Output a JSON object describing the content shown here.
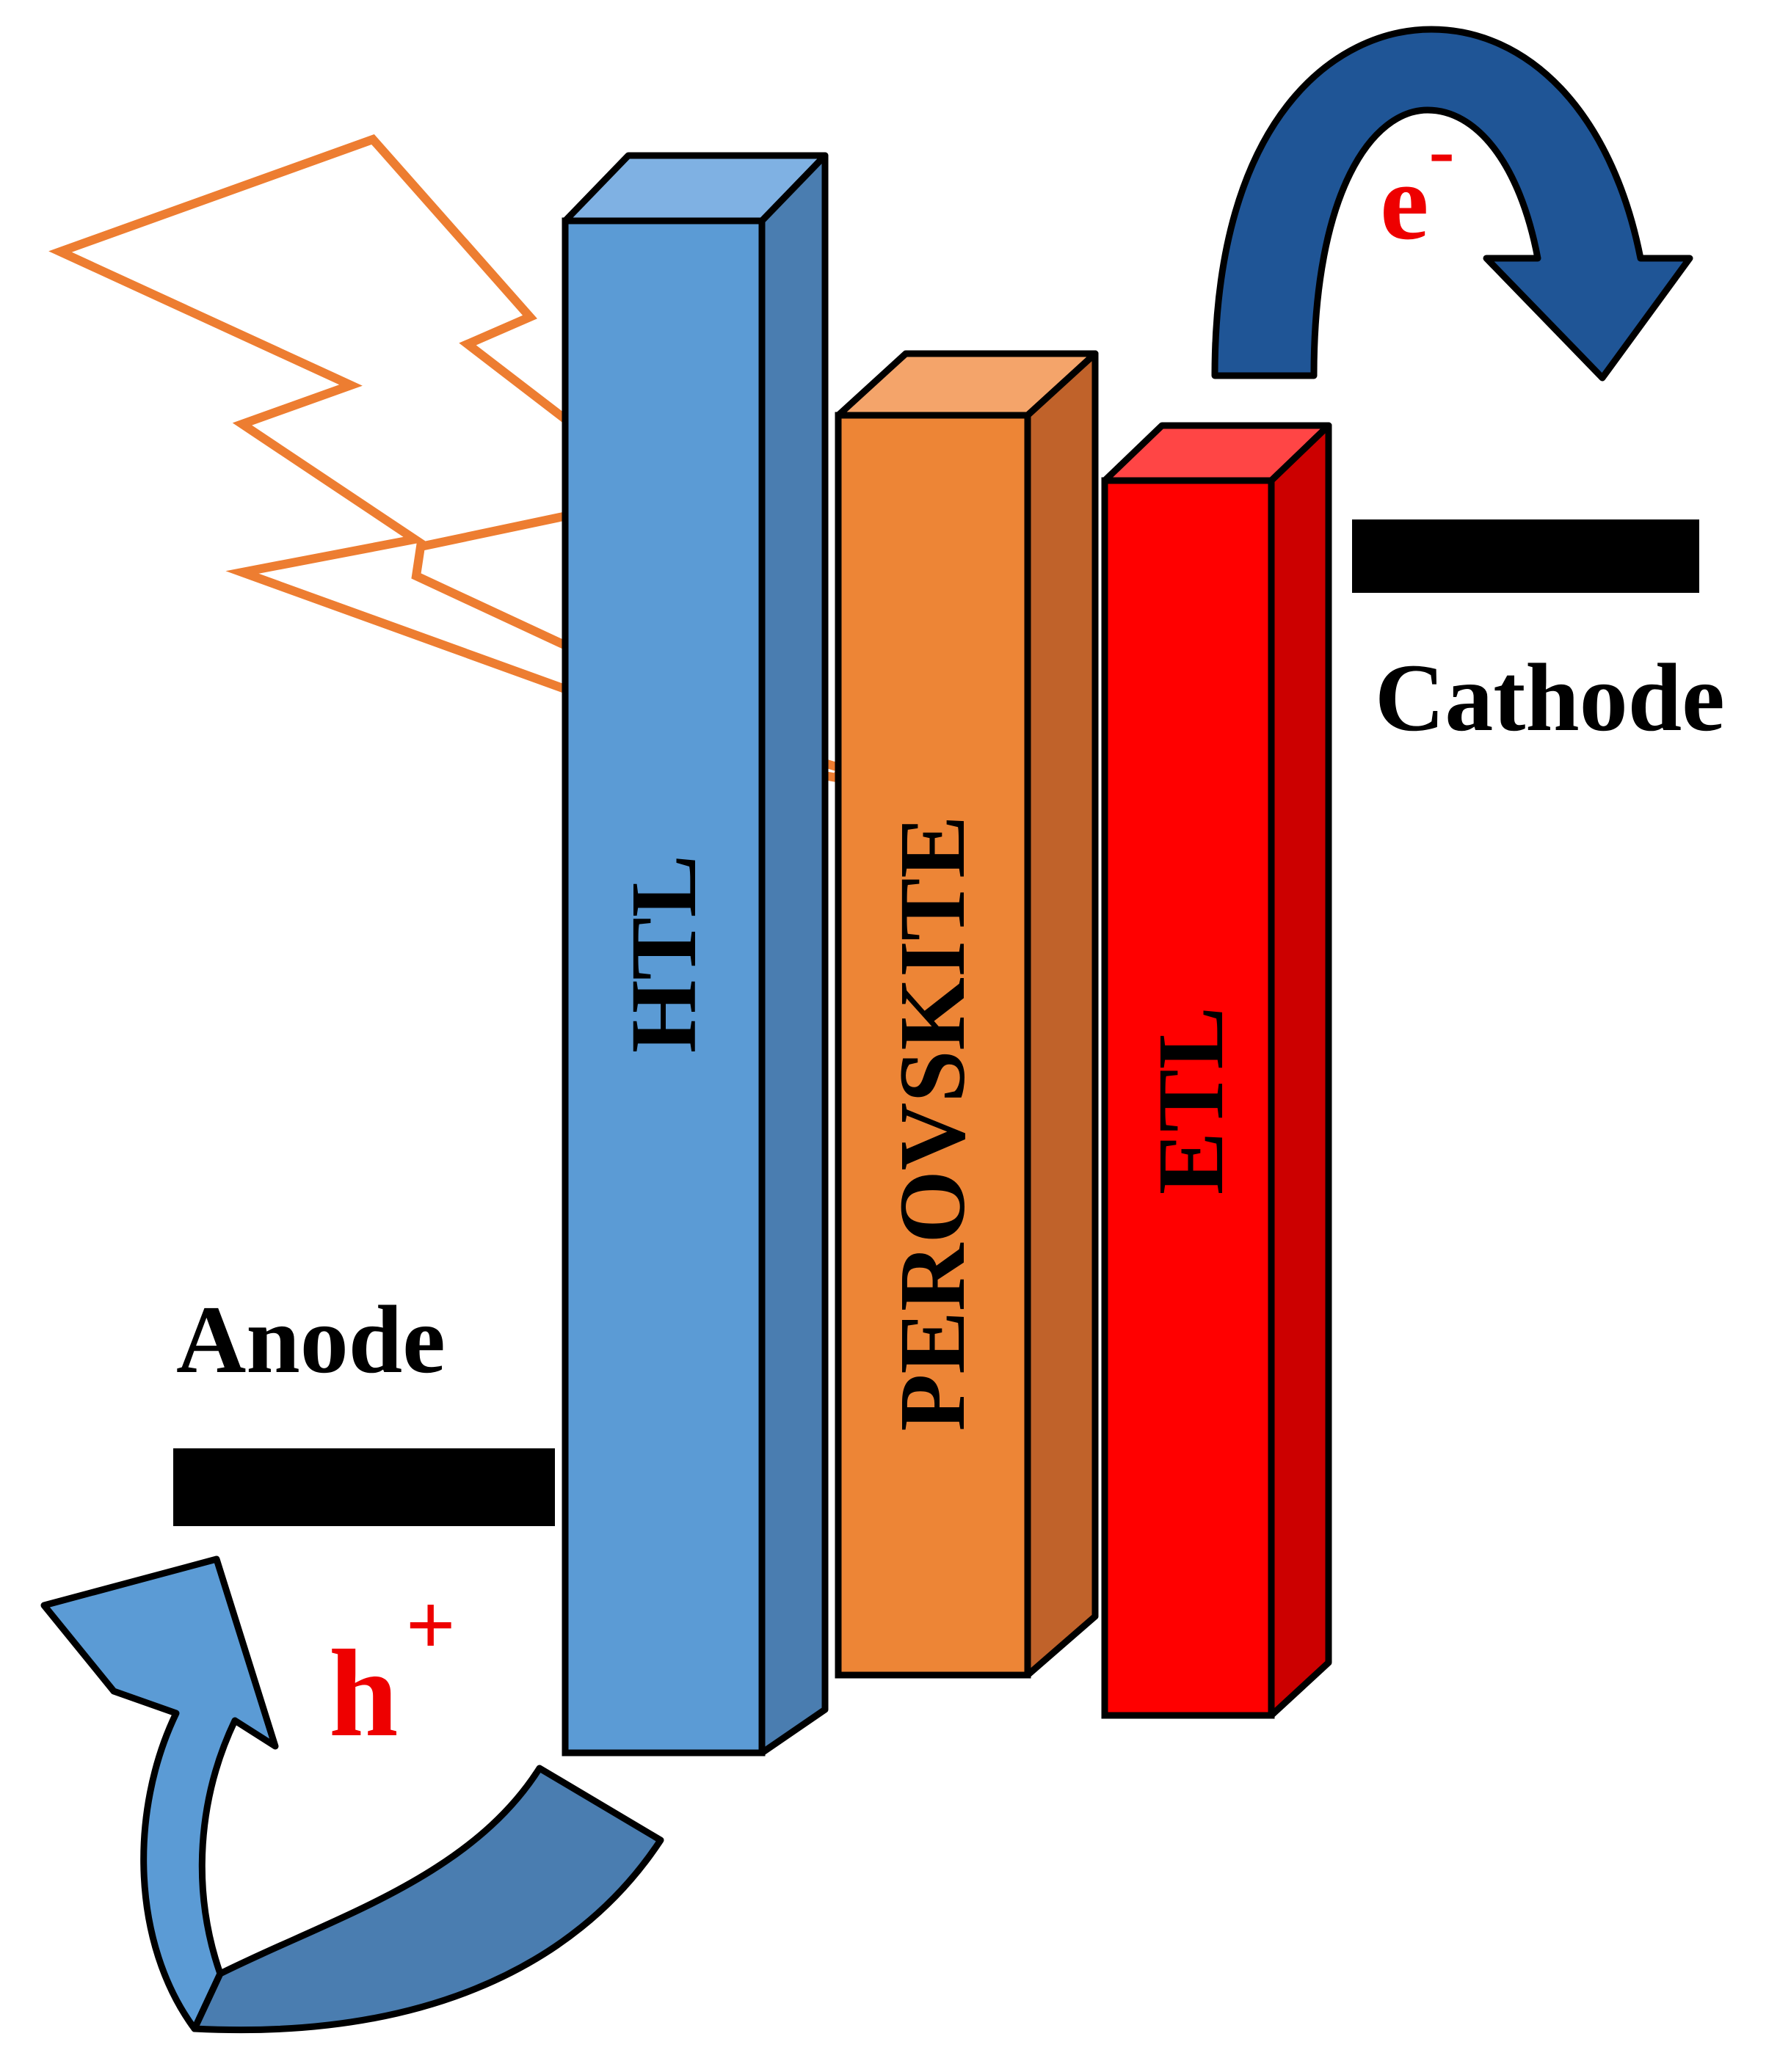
{
  "layers": {
    "htl": "HTL",
    "perovskite": "PEROVSKITE",
    "etl": "ETL"
  },
  "electrodes": {
    "anode": "Anode",
    "cathode": "Cathode"
  },
  "carriers": {
    "electron_base": "e",
    "electron_sup": "-",
    "hole_base": "h",
    "hole_sup": "+"
  },
  "colors": {
    "htl": "#5B9BD5",
    "perovskite": "#ED8536",
    "etl": "#FF0000",
    "light": "#ED7D31",
    "electron_arrow": "#1F5596",
    "hole_arrow": "#5B9BD5",
    "carrier_text": "#EE0000",
    "electrode": "#000000"
  },
  "icons": {
    "light": "lightning-bolt-icon",
    "electron_flow": "curved-arrow-icon",
    "hole_flow": "curved-arrow-icon"
  }
}
